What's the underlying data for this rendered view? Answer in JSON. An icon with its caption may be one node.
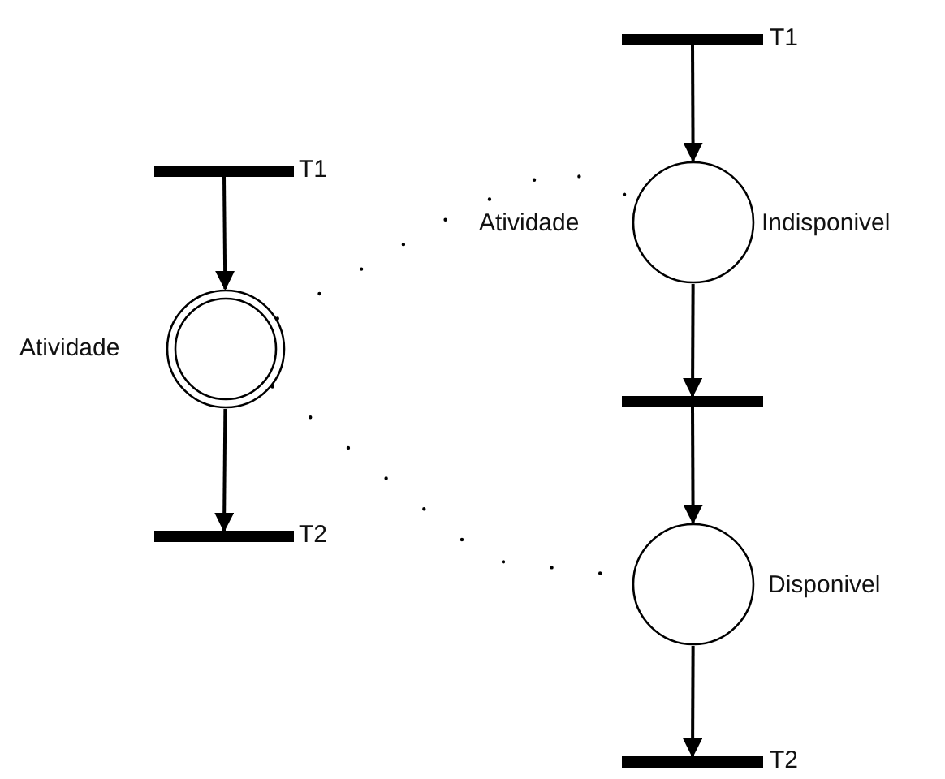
{
  "diagram": {
    "nodes": [
      {
        "text": [],
        "shape": "bar",
        "beside": [
          "T1"
        ]
      },
      {
        "text": [],
        "shape": "circle",
        "beside": [
          "Atividade"
        ]
      },
      {
        "text": [],
        "shape": "bar",
        "beside": [
          "T2"
        ]
      },
      {
        "text": [],
        "shape": "bar",
        "beside": [
          "T1"
        ]
      },
      {
        "text": [],
        "shape": "circle",
        "beside": [
          "Atividade",
          "Indisponivel"
        ]
      },
      {
        "text": [],
        "shape": "bar"
      },
      {
        "text": [],
        "shape": "circle",
        "beside": [
          "Disponivel"
        ]
      },
      {
        "text": [],
        "shape": "bar",
        "beside": [
          "T2"
        ]
      }
    ],
    "edges": [
      {
        "from": 0,
        "to": 1,
        "arrow": "to"
      },
      {
        "from": 1,
        "to": 2,
        "arrow": "to"
      },
      {
        "from": 3,
        "to": 4,
        "arrow": "to"
      },
      {
        "from": 4,
        "to": 5,
        "arrow": "to"
      },
      {
        "from": 5,
        "to": 6,
        "arrow": "to"
      },
      {
        "from": 6,
        "to": 7,
        "arrow": "to"
      },
      {
        "from": 1,
        "to": 4,
        "arrow": "none",
        "style": "dashed"
      },
      {
        "from": 1,
        "to": 6,
        "arrow": "none",
        "style": "dashed"
      }
    ]
  }
}
